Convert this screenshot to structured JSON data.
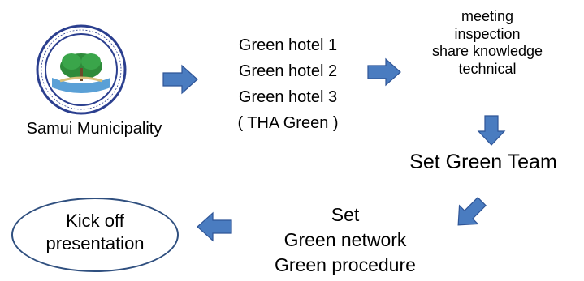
{
  "municipality": {
    "label": "Samui Municipality",
    "seal_icon": "samui-municipality-seal-icon"
  },
  "hotels": {
    "lines": [
      "Green hotel 1",
      "Green hotel 2",
      "Green hotel 3",
      "( THA Green )"
    ]
  },
  "activities": {
    "lines": [
      "meeting",
      "inspection",
      "share knowledge",
      "technical"
    ]
  },
  "green_team": {
    "label": "Set Green Team"
  },
  "network": {
    "lines": [
      "Set",
      "Green network",
      "Green procedure"
    ]
  },
  "kickoff": {
    "lines": [
      "Kick off",
      "presentation"
    ]
  },
  "colors": {
    "arrow_fill": "#4a7cc0",
    "arrow_stroke": "#2f5597",
    "seal_ring": "#2b3f8f",
    "ellipse_border": "#2f4f7f"
  }
}
